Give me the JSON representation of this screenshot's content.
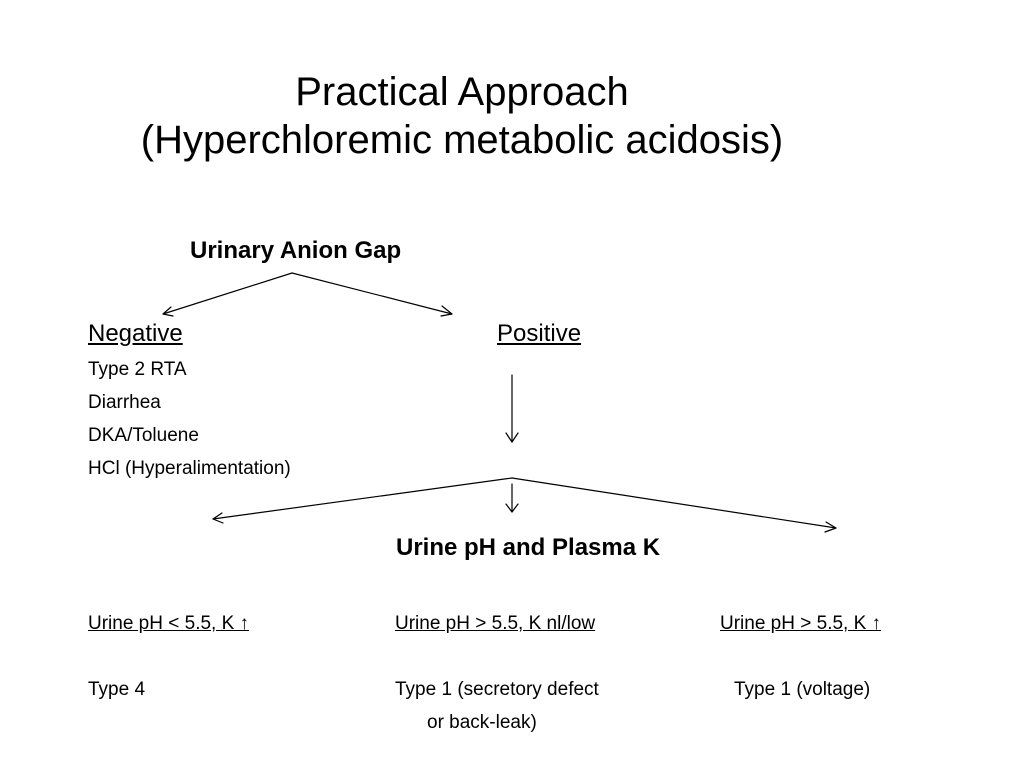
{
  "title": {
    "line1": "Practical Approach",
    "line2": "(Hyperchloremic metabolic acidosis)"
  },
  "root": "Urinary Anion Gap",
  "negative": {
    "label": "Negative",
    "items": [
      "Type 2 RTA",
      "Diarrhea",
      "DKA/Toluene",
      "HCl (Hyperalimentation)"
    ]
  },
  "positive": {
    "label": "Positive"
  },
  "second_node": "Urine pH and Plasma K",
  "conditions": [
    {
      "label": "Urine pH < 5.5, K ↑",
      "result": [
        "Type 4"
      ]
    },
    {
      "label": "Urine pH > 5.5, K nl/low",
      "result": [
        "Type 1 (secretory defect",
        "or back-leak)"
      ]
    },
    {
      "label": "Urine pH > 5.5, K ↑",
      "result": [
        "Type 1 (voltage)"
      ]
    }
  ]
}
